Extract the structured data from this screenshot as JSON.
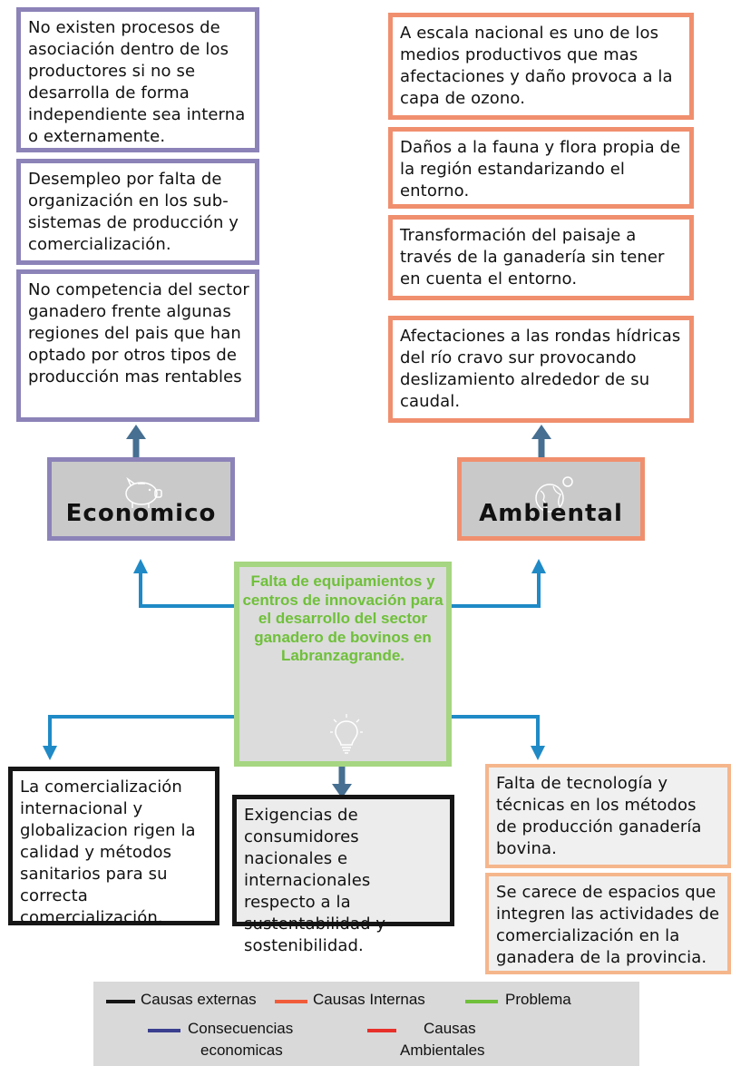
{
  "colors": {
    "consecuencias_economicas": "#8c83b8",
    "causas_ambientales": "#f08f6e",
    "causas_externas": "#161616",
    "causas_internas": "#f5b68c",
    "problema": "#6fc03a",
    "arrow": "#1f8ac6",
    "arrow_dark": "#466f91"
  },
  "problem": {
    "text": "Falta de equipamientos y centros de innovación para el desarrollo del sector ganadero de bovinos en Labranzagrande.",
    "icon": "lightbulb-icon"
  },
  "categories": {
    "economico": {
      "label": "Economico",
      "icon": "piggy-bank-icon"
    },
    "ambiental": {
      "label": "Ambiental",
      "icon": "globe-icon"
    }
  },
  "consecuencias_economicas": [
    "No existen procesos de asociación dentro de los productores si no se desarrolla de forma independiente sea interna o externamente.",
    "Desempleo por falta de organización en los sub-sistemas de producción y comercialización.",
    "No competencia del sector ganadero frente algunas regiones del pais que han optado por otros tipos de producción mas rentables"
  ],
  "consecuencias_ambientales": [
    "A escala nacional es uno de los medios productivos que mas afectaciones y daño provoca a la capa de ozono.",
    "Daños a la fauna y flora propia de la región estandarizando el entorno.",
    "Transformación del paisaje a través de la ganadería sin tener en cuenta el entorno.",
    "Afectaciones a las rondas hídricas del río cravo sur provocando deslizamiento alrededor de su caudal."
  ],
  "causas_externas": [
    "La comercialización internacional y globalizacion rigen la calidad y métodos sanitarios para su correcta comercialización.",
    "Exigencias de consumidores nacionales e internacionales respecto a la sustentabilidad y sostenibilidad."
  ],
  "causas_internas": [
    "Falta de tecnología y técnicas en los métodos de producción ganadería bovina.",
    "Se carece de espacios que integren las actividades de comercialización en la ganadera de la provincia."
  ],
  "legend": {
    "externas": "Causas externas",
    "internas": "Causas Internas",
    "problema": "Problema",
    "econ_1": "Consecuencias",
    "econ_2": "economicas",
    "amb_1": "Causas",
    "amb_2": "Ambientales"
  }
}
